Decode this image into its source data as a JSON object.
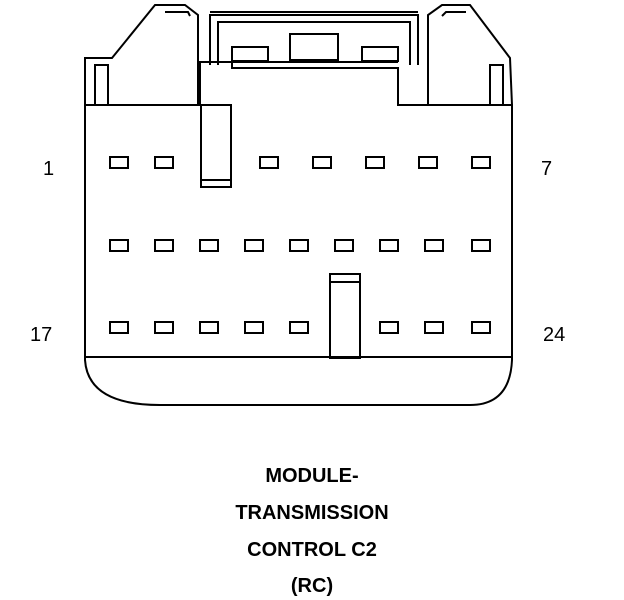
{
  "pin_labels": {
    "top_left": "1",
    "top_right": "7",
    "bottom_left": "17",
    "bottom_right": "24"
  },
  "caption": {
    "line1": "MODULE-",
    "line2": "TRANSMISSION",
    "line3": "CONTROL C2",
    "line4": "(RC)"
  },
  "colors": {
    "stroke": "#000000",
    "background": "#ffffff"
  }
}
